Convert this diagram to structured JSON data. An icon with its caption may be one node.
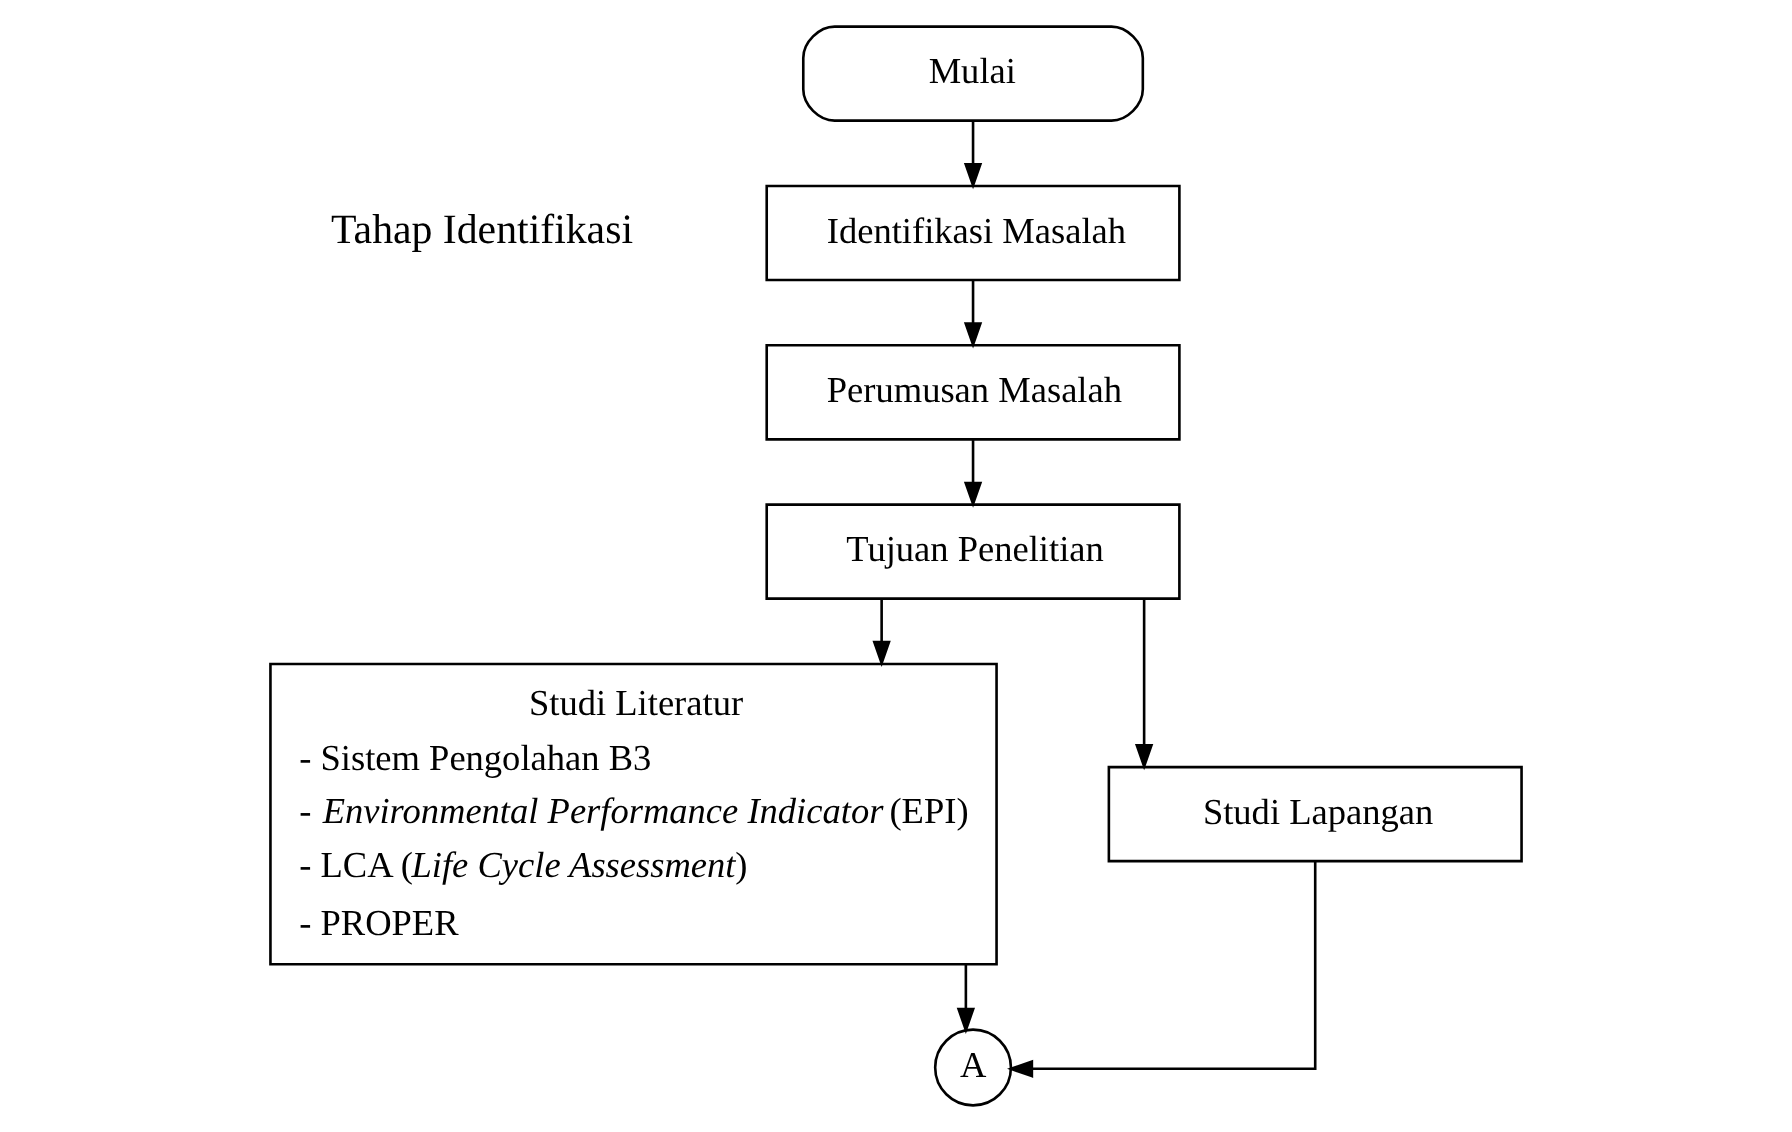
{
  "diagram": {
    "nodes": [
      {
        "text": [
          "Mulai"
        ]
      },
      {
        "text": [
          "Identifikasi Masalah"
        ]
      },
      {
        "text": [
          "Perumusan Masalah"
        ]
      },
      {
        "text": [
          "Tujuan Penelitian"
        ]
      },
      {
        "text": [
          "Studi Literatur",
          "- Sistem Pengolahan B3",
          "- *Environmental Performance Indicator* (EPI)",
          "- LCA (*Life Cycle Assessment*)",
          "- PROPER"
        ]
      },
      {
        "text": [
          "Studi Lapangan"
        ]
      },
      {
        "text": [
          "A"
        ]
      }
    ],
    "edges": [
      {
        "from": 0,
        "to": 1,
        "arrow": "to"
      },
      {
        "from": 1,
        "to": 2,
        "arrow": "to"
      },
      {
        "from": 2,
        "to": 3,
        "arrow": "to"
      },
      {
        "from": 3,
        "to": 4,
        "arrow": "to"
      },
      {
        "from": 3,
        "to": 5,
        "arrow": "to"
      },
      {
        "from": 4,
        "to": 6,
        "arrow": "to"
      },
      {
        "from": 5,
        "to": 6,
        "arrow": "to"
      }
    ],
    "labels": [
      "Tahap Identifikasi"
    ]
  }
}
